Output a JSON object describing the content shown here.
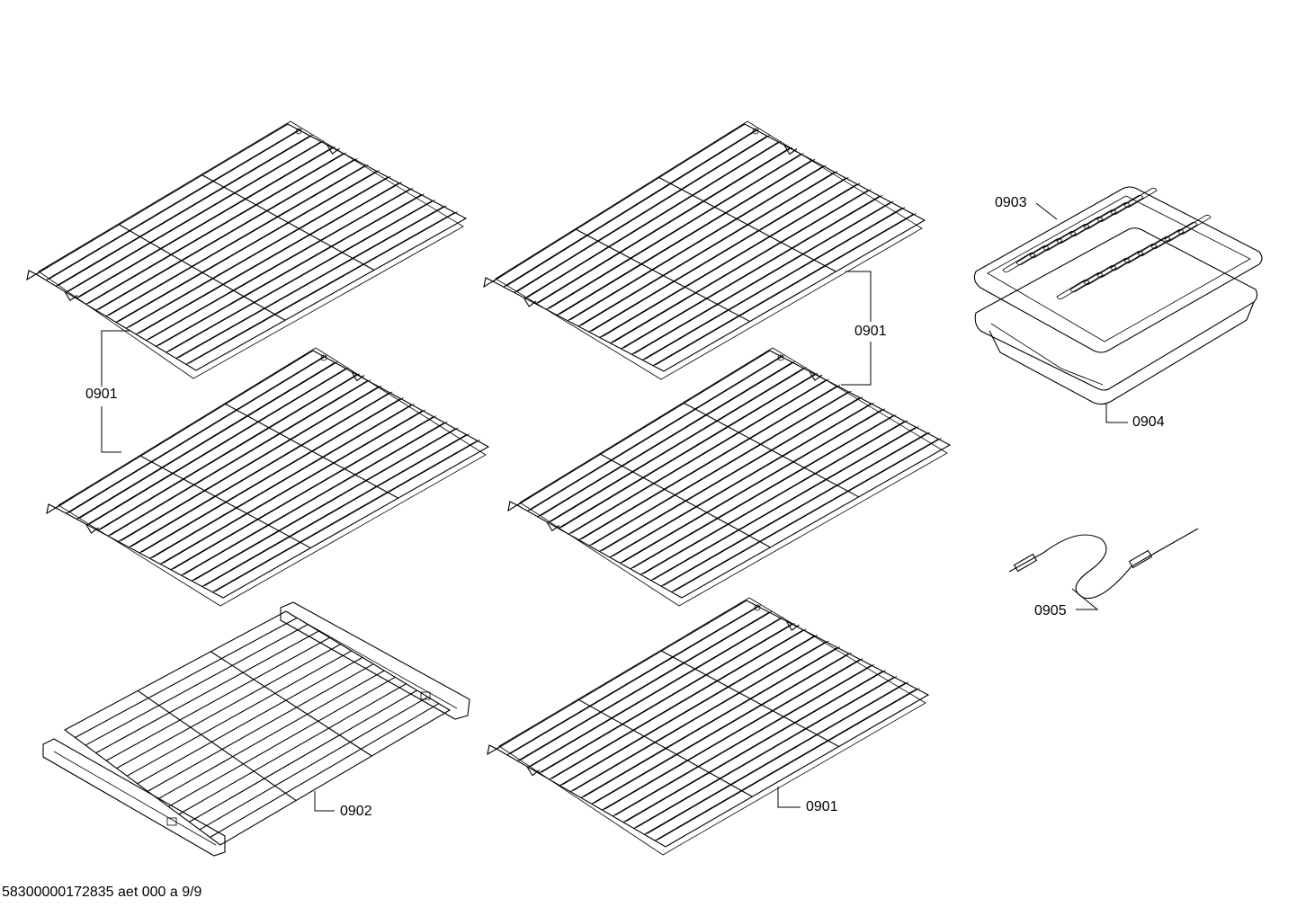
{
  "labels": {
    "rack_top_left_pair": "0901",
    "rack_right_pair": "0901",
    "rack_bottom_right": "0901",
    "telescopic_rack": "0902",
    "broil_pan_insert": "0903",
    "broil_pan": "0904",
    "meat_probe": "0905"
  },
  "footer": {
    "document_id": "58300000172835 aet 000 a 9/9"
  }
}
